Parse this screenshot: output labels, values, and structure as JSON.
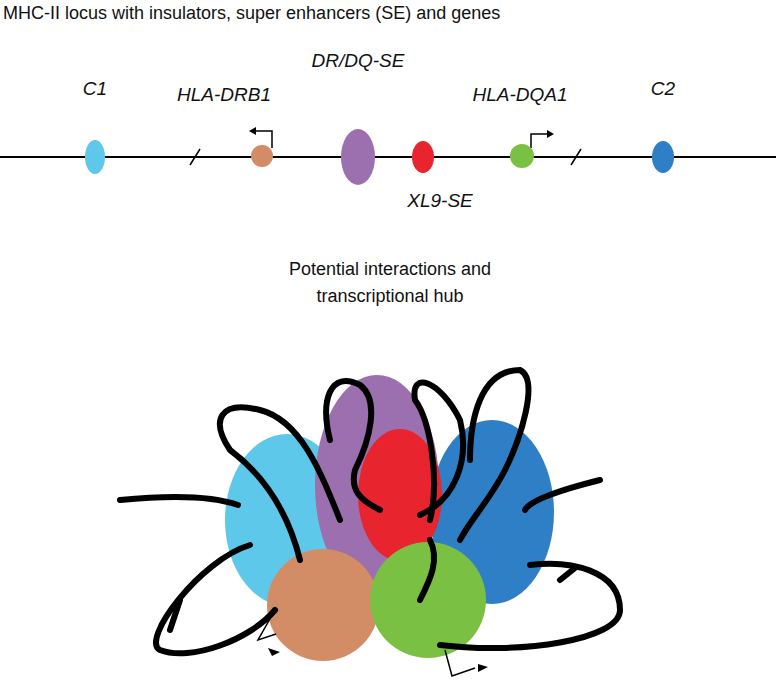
{
  "diagram": {
    "title": "MHC-II locus with insulators, super enhancers (SE) and genes",
    "nodes": [
      {
        "text": [
          "C1"
        ]
      },
      {
        "text": [
          "HLA-DRB1"
        ]
      },
      {
        "text": [
          "DR/DQ-SE"
        ]
      },
      {
        "text": [
          "XL9-SE"
        ]
      },
      {
        "text": [
          "HLA-DQA1"
        ]
      },
      {
        "text": [
          "C2"
        ]
      }
    ],
    "labels": [
      "Potential interactions and transcriptional hub"
    ]
  }
}
